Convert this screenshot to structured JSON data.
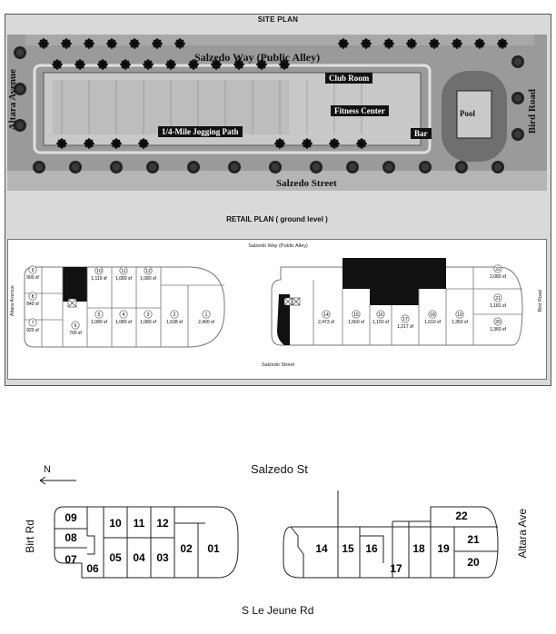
{
  "site_plan": {
    "title": "SITE PLAN",
    "labels": {
      "alley": "Salzedo Way (Public Alley)",
      "club_room": "Club Room",
      "fitness_center": "Fitness Center",
      "jogging_path": "1/4-Mile Jogging Path",
      "bar": "Bar",
      "pool": "Pool",
      "altara": "Altara Avenue",
      "bird": "Bird Road",
      "salzedo_street": "Salzedo Street"
    }
  },
  "retail_plan": {
    "title": "RETAIL PLAN ( ground level )",
    "top_street": "Salzedo Way (Public Alley)",
    "bottom_street": "Salzedo Street",
    "left_street": "Altara Avenue",
    "right_street": "Bird Road",
    "units": [
      {
        "num": "9",
        "area": "900 sf"
      },
      {
        "num": "8",
        "area": "840 sf"
      },
      {
        "num": "7",
        "area": "920 sf"
      },
      {
        "num": "6",
        "area": "700 sf"
      },
      {
        "num": "10",
        "area": "1,119 sf"
      },
      {
        "num": "11",
        "area": "1,080 sf"
      },
      {
        "num": "12",
        "area": "1,080 sf"
      },
      {
        "num": "5",
        "area": "1,080 sf"
      },
      {
        "num": "4",
        "area": "1,080 sf"
      },
      {
        "num": "3",
        "area": "1,080 sf"
      },
      {
        "num": "2",
        "area": "1,638 sf"
      },
      {
        "num": "1",
        "area": "2,400 sf"
      },
      {
        "num": "14",
        "area": "2,473 sf"
      },
      {
        "num": "15",
        "area": "1,560 sf"
      },
      {
        "num": "16",
        "area": "1,150 sf"
      },
      {
        "num": "17",
        "area": "1,217 sf"
      },
      {
        "num": "18",
        "area": "1,610 sf"
      },
      {
        "num": "19",
        "area": "1,350 sf"
      },
      {
        "num": "22",
        "area": "2,080 sf"
      },
      {
        "num": "21",
        "area": "1,181 sf"
      },
      {
        "num": "20",
        "area": "1,360 sf"
      }
    ]
  },
  "bottom_plan": {
    "north_label": "N",
    "top_street": "Salzedo St",
    "bottom_street": "S Le Jeune Rd",
    "left_street": "Birt Rd",
    "right_street": "Altara Ave",
    "units": [
      "09",
      "08",
      "07",
      "06",
      "10",
      "11",
      "12",
      "05",
      "04",
      "03",
      "02",
      "01",
      "14",
      "15",
      "16",
      "17",
      "18",
      "19",
      "22",
      "21",
      "20"
    ]
  }
}
